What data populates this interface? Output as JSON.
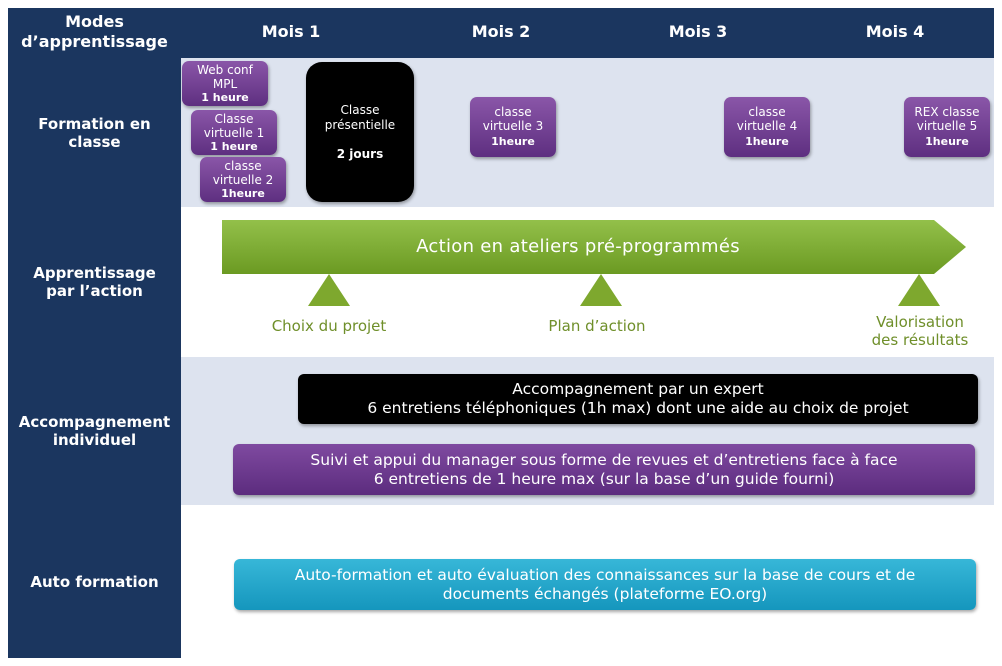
{
  "colors": {
    "navy": "#1b365f",
    "band_light": "#dde3ef",
    "purple": "#6b3a8e",
    "green": "#7ea82e",
    "milestone_text": "#6f8f2a",
    "cyan": "#1ea4c8"
  },
  "header": {
    "corner": "Modes d’apprentissage",
    "months": [
      "Mois 1",
      "Mois 2",
      "Mois 3",
      "Mois 4"
    ]
  },
  "rows": {
    "formation": "Formation en classe",
    "action": "Apprentissage par l’action",
    "accompagnement": "Accompagnement individuel",
    "auto": "Auto formation"
  },
  "sessions": [
    {
      "line1": "Web conf",
      "line2": "MPL",
      "duration": "1 heure"
    },
    {
      "line1": "Classe",
      "line2": "virtuelle 1",
      "duration": "1 heure"
    },
    {
      "line1": "classe",
      "line2": "virtuelle 2",
      "duration": "1heure"
    },
    {
      "line1": "classe",
      "line2": "virtuelle 3",
      "duration": "1heure"
    },
    {
      "line1": "classe",
      "line2": "virtuelle 4",
      "duration": "1heure"
    },
    {
      "line1": "REX classe",
      "line2": "virtuelle 5",
      "duration": "1heure"
    }
  ],
  "presentiel": {
    "line1": "Classe",
    "line2": "présentielle",
    "duration": "2 jours"
  },
  "action_arrow": "Action en ateliers pré-programmés",
  "milestones": [
    {
      "line1": "Choix du projet",
      "line2": ""
    },
    {
      "line1": "Plan d’action",
      "line2": ""
    },
    {
      "line1": "Valorisation",
      "line2": "des résultats"
    }
  ],
  "expert": {
    "line1": "Accompagnement par un expert",
    "line2": "6 entretiens téléphoniques (1h max) dont une aide au choix de projet"
  },
  "manager": {
    "line1": "Suivi et appui du manager sous forme de revues et d’entretiens face à face",
    "line2": "6 entretiens de 1 heure max (sur la base d’un guide fourni)"
  },
  "autoformation": {
    "line1": "Auto-formation et auto évaluation des connaissances sur la base de cours et de",
    "line2": "documents échangés (plateforme EO.org)"
  }
}
